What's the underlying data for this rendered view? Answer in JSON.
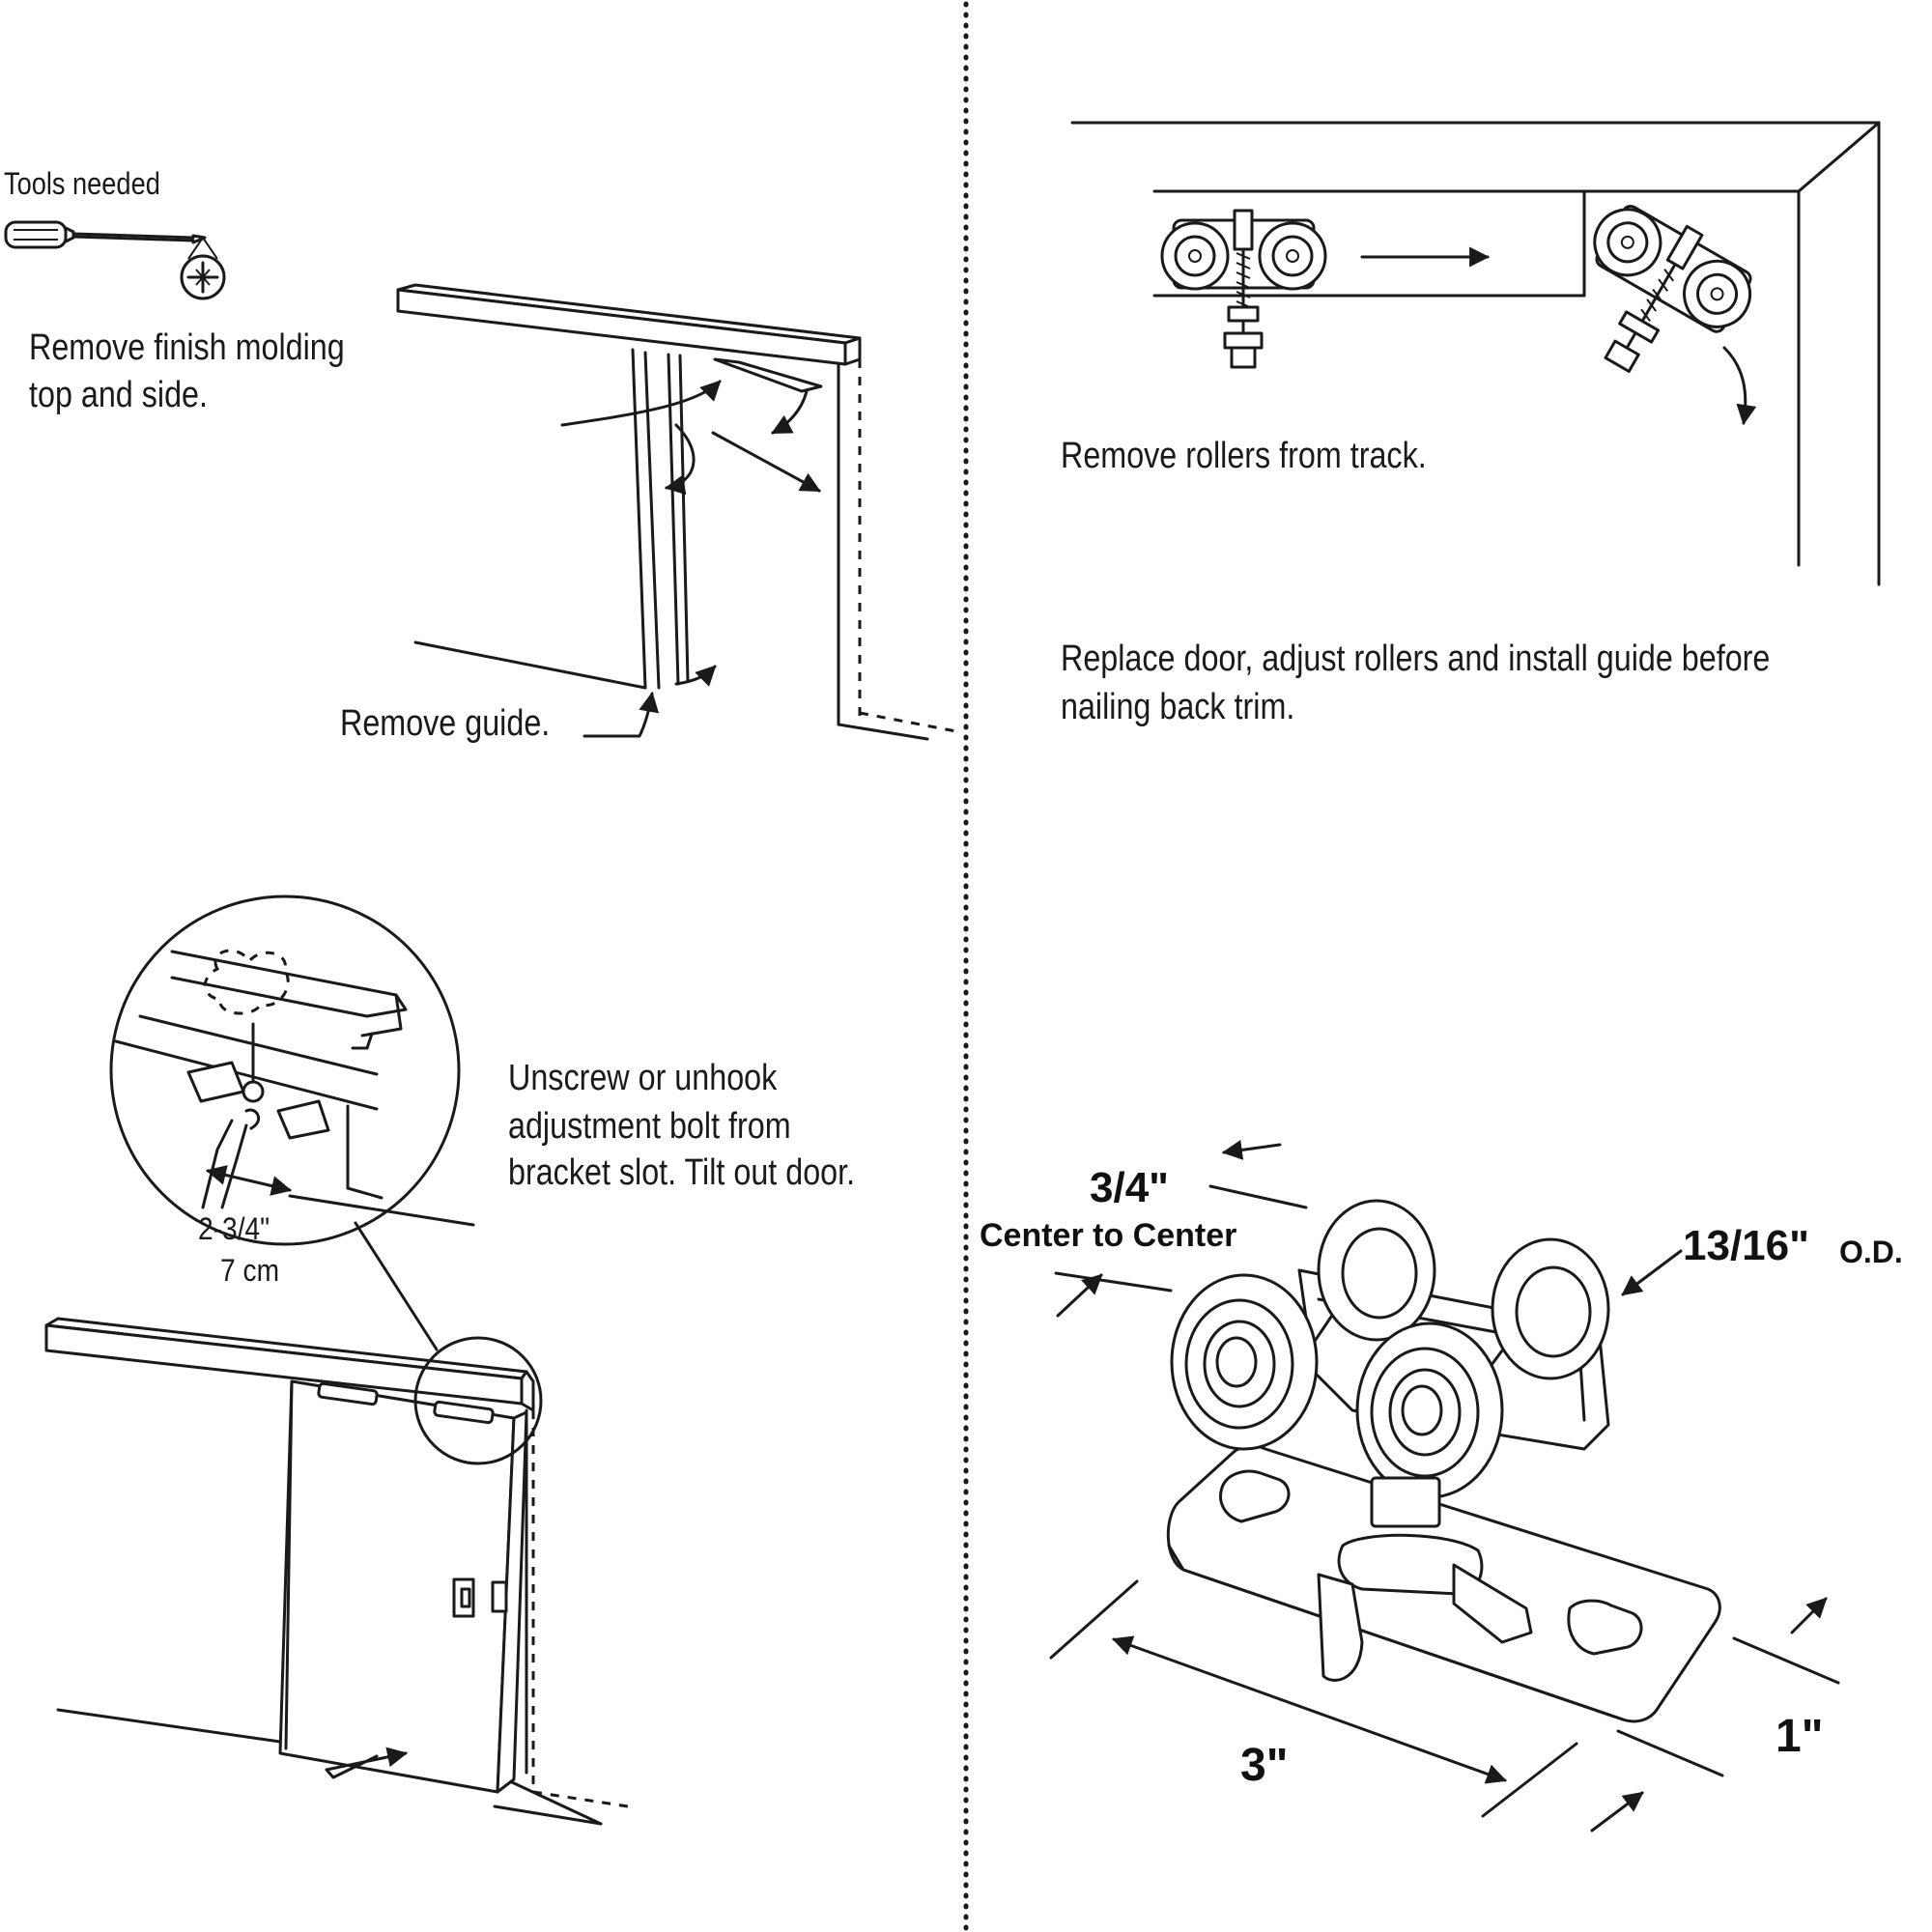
{
  "labels": {
    "tools_needed": "Tools needed",
    "remove_molding_1": "Remove finish molding",
    "remove_molding_2": "top and side.",
    "remove_guide": "Remove guide.",
    "remove_rollers": "Remove rollers from track.",
    "replace_door_1": "Replace door, adjust rollers and install guide before",
    "replace_door_2": "nailing back trim.",
    "unscrew_1": "Unscrew or unhook",
    "unscrew_2": "adjustment bolt from",
    "unscrew_3": "bracket slot. Tilt out door.",
    "detail_dim_in": "2-3/4\"",
    "detail_dim_cm": "7 cm"
  },
  "dimensions": {
    "center_value": "3/4\"",
    "center_label": "Center to Center",
    "od_value": "13/16\"",
    "od_unit": "O.D.",
    "length": "3\"",
    "width": "1\""
  },
  "icons": [
    "screwdriver-icon",
    "phillips-head-icon"
  ]
}
